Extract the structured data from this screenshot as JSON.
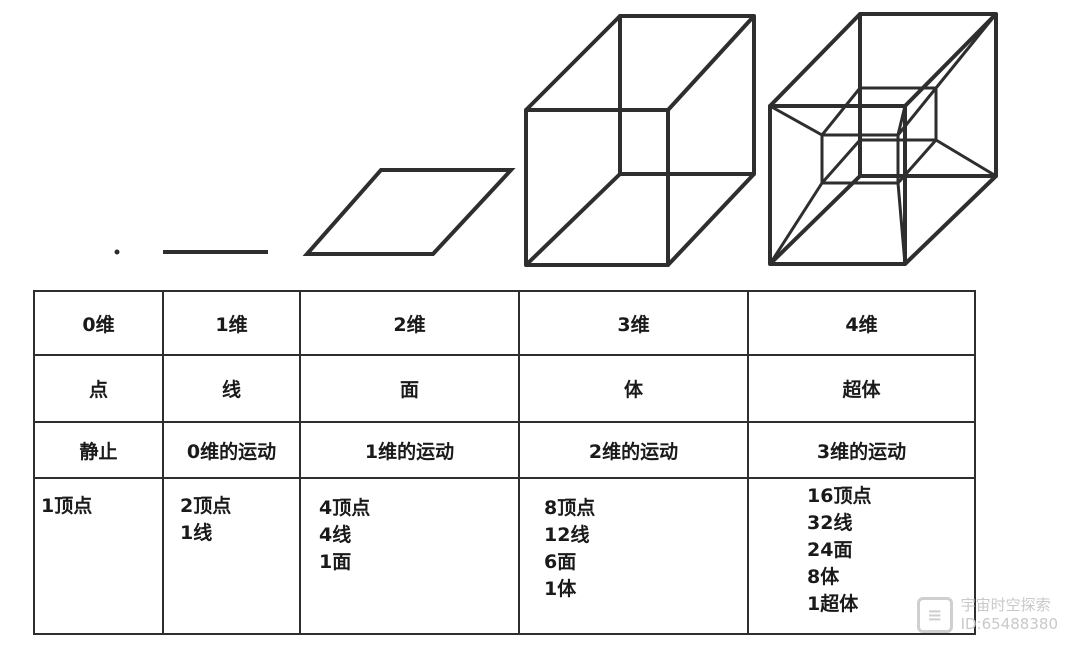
{
  "columns": [
    {
      "dim": "0维",
      "name": "点",
      "motion": "静止",
      "counts": [
        "1顶点"
      ]
    },
    {
      "dim": "1维",
      "name": "线",
      "motion": "0维的运动",
      "counts": [
        "2顶点",
        "1线"
      ]
    },
    {
      "dim": "2维",
      "name": "面",
      "motion": "1维的运动",
      "counts": [
        "4顶点",
        "4线",
        "1面"
      ]
    },
    {
      "dim": "3维",
      "name": "体",
      "motion": "2维的运动",
      "counts": [
        "8顶点",
        "12线",
        "6面",
        "1体"
      ]
    },
    {
      "dim": "4维",
      "name": "超体",
      "motion": "3维的运动",
      "counts": [
        "16顶点",
        "32线",
        "24面",
        "8体",
        "1超体"
      ]
    }
  ],
  "watermark": {
    "text": "宇宙时空探索",
    "id": "ID:65488380"
  },
  "colors": {
    "line": "#2e2e2e"
  }
}
